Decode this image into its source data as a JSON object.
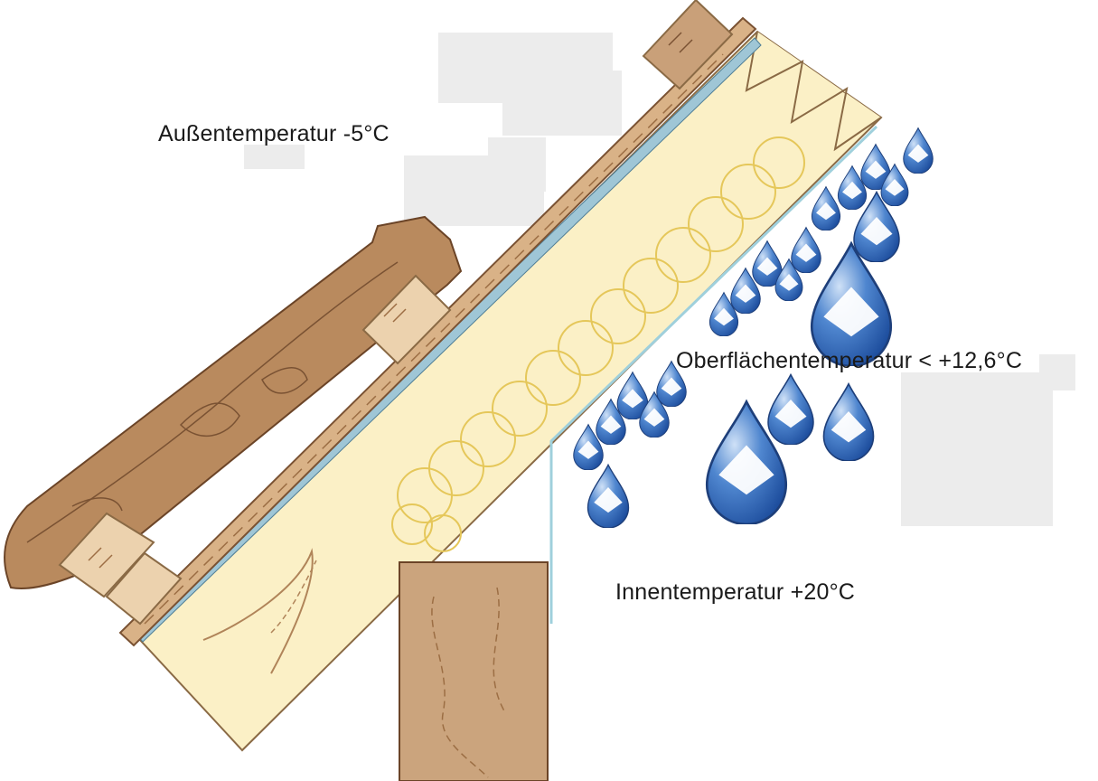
{
  "labels": {
    "outside_temperature": "Außentemperatur  -5°C",
    "surface_temperature": "Oberflächentemperatur < +12,6°C",
    "inside_temperature": "Innentemperatur +20°C"
  },
  "colors": {
    "wood_dark": "#b98a5e",
    "wood_light": "#ecd2ae",
    "insulation_board": "#fbf0c6",
    "insulation_wool": "#e5c75a",
    "foil": "#9fc6d6",
    "drop": "#2d62b3",
    "outline": "#7a5233"
  }
}
